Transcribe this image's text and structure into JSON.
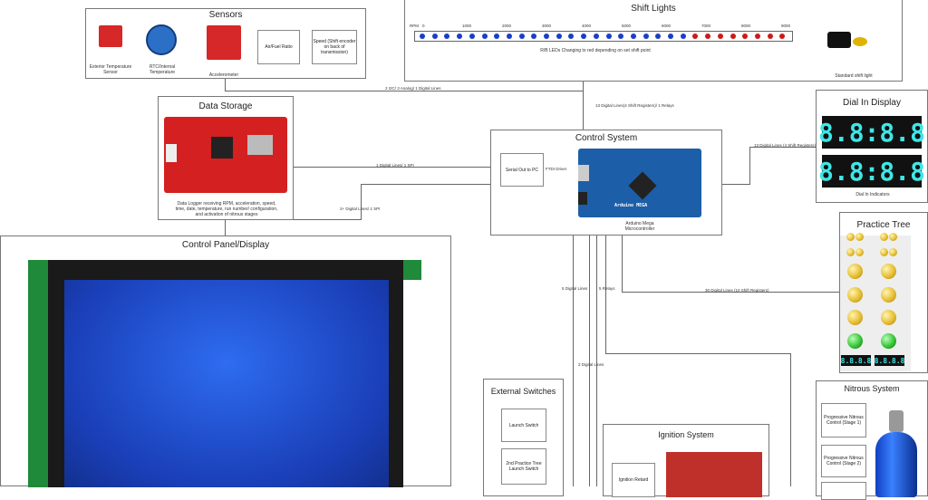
{
  "sensors": {
    "title": "Sensors",
    "items": [
      "Exterior Temperature Sensor",
      "RTC/Internal Temperature",
      "Accelerometer",
      "Air/Fuel Ratio",
      "Speed (Shift encoder on back of transmission)"
    ]
  },
  "shift_lights": {
    "title": "Shift Lights",
    "rpm_label": "RPM",
    "rpm_ticks": [
      "0",
      "1000",
      "2000",
      "3000",
      "4000",
      "5000",
      "6000",
      "7000",
      "8000",
      "9000"
    ],
    "caption": "R/B LEDs Changing to red depending on set shift point",
    "standard_caption": "Standard shift light",
    "colors": {
      "blue": "#1a3ec8",
      "red": "#cc1a1a"
    }
  },
  "data_storage": {
    "title": "Data Storage",
    "caption": "Data Logger receiving RPM, acceleration, speed, time, date, temperature, run number/ configuration, and activation of nitrous stages"
  },
  "control_system": {
    "title": "Control System",
    "serial_label": "Serial Out to PC",
    "ftdi_label": "FTDI Driver",
    "board_caption": "Arduino Mega Microcontroller",
    "board_text": "Arduino MEGA"
  },
  "dial_in": {
    "title": "Dial In Display",
    "display1": "8.8:8.8",
    "display2": "8.8:8.8",
    "caption": "Dial In Indicators"
  },
  "practice_tree": {
    "title": "Practice Tree",
    "mini_display": "8.8.8.8"
  },
  "control_panel": {
    "title": "Control Panel/Display"
  },
  "external_switches": {
    "title": "External Switches",
    "items": [
      "Launch Switch",
      "2nd Practice Tree Launch Switch"
    ]
  },
  "ignition": {
    "title": "Ignition System",
    "items": [
      "Ignition Retard"
    ]
  },
  "nitrous": {
    "title": "Nitrous System",
    "items": [
      "Progressive Nitrous Control (Stage 1)",
      "Progressive Nitrous Control (Stage 2)"
    ]
  },
  "connections": {
    "sensors_link": "2 I2C/ 3 Analog/ 1 Digital Lines",
    "shift_link": "13 Digital Lines(4 Shift Registers)/ 1 Relays",
    "dial_link": "13 Digital Lines (4 Shift Registers)",
    "storage_link": "1 Digital Lines/ 1 SPI",
    "panel_link": "2+ Digital Lines/ 1 SPI",
    "tree_link": "30 Digital Lines (10 Shift Registers)",
    "switch_link": "5 Digital Lines",
    "ignition_link": "5 Relays",
    "retard_link": "2 Digital Lines"
  }
}
